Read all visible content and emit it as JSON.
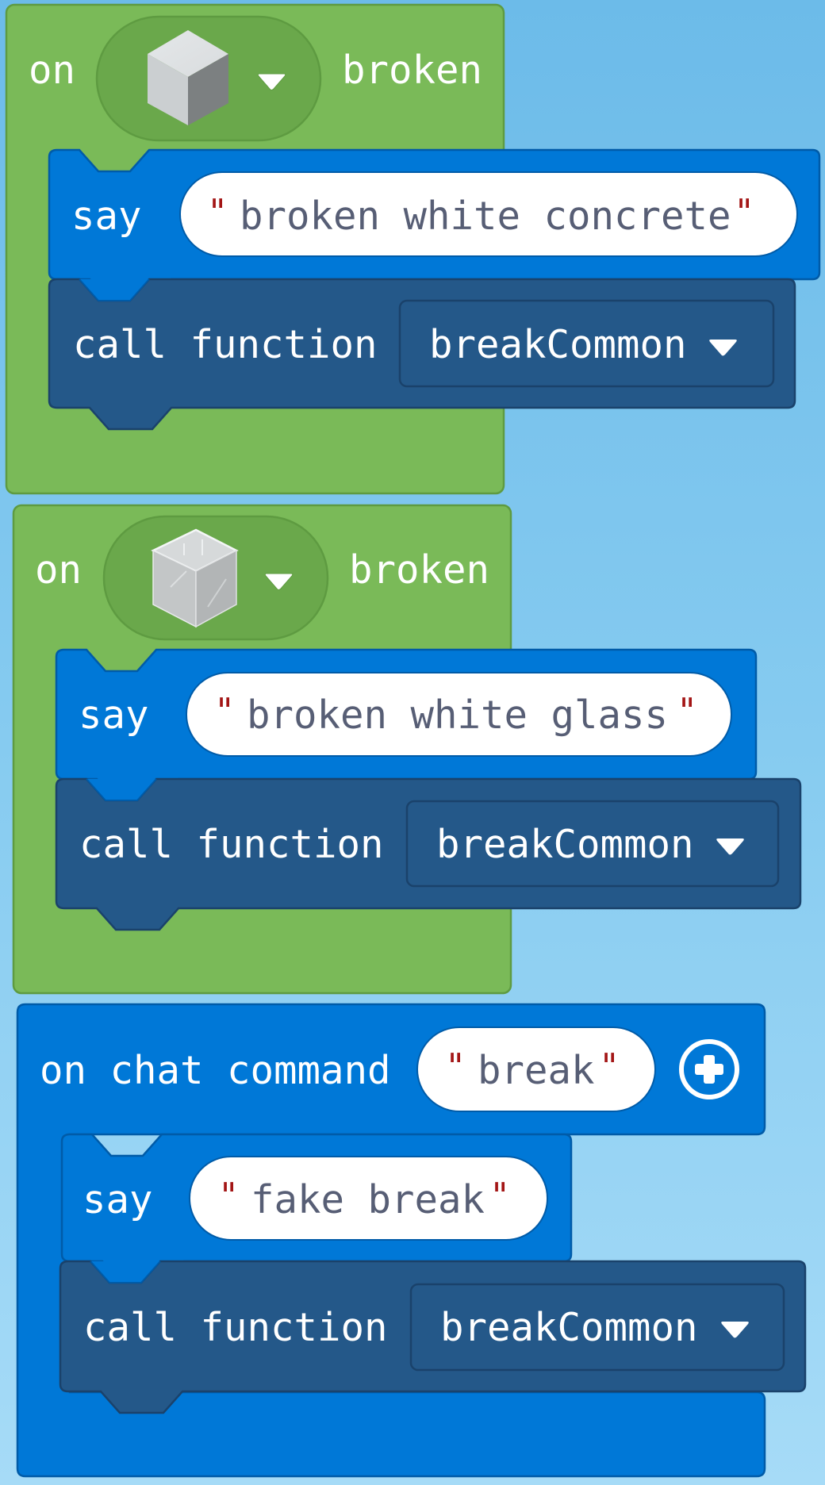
{
  "colors": {
    "background_top": "#6cbbe9",
    "background_bottom": "#a6dbf7",
    "event_green": "#7aba58",
    "event_green_border": "#5e9b41",
    "block_dropdown_oval": "#6aa84b",
    "say_blue": "#0078d7",
    "say_blue_border": "#005ba8",
    "function_navy": "#245889",
    "function_navy_border": "#1a426b",
    "string_text": "#575e75",
    "quote_red": "#a31515"
  },
  "blocks": [
    {
      "type": "on-block-broken",
      "label_prefix": "on",
      "block_icon": "white-concrete-block-icon",
      "label_suffix": "broken",
      "statements": [
        {
          "type": "say",
          "label": "say",
          "value": "broken white concrete"
        },
        {
          "type": "call-function",
          "label": "call function",
          "value": "breakCommon"
        }
      ]
    },
    {
      "type": "on-block-broken",
      "label_prefix": "on",
      "block_icon": "white-glass-block-icon",
      "label_suffix": "broken",
      "statements": [
        {
          "type": "say",
          "label": "say",
          "value": "broken white glass"
        },
        {
          "type": "call-function",
          "label": "call function",
          "value": "breakCommon"
        }
      ]
    },
    {
      "type": "on-chat-command",
      "label": "on chat command",
      "command": "break",
      "add_param_icon": "plus-circle-icon",
      "statements": [
        {
          "type": "say",
          "label": "say",
          "value": "fake break"
        },
        {
          "type": "call-function",
          "label": "call function",
          "value": "breakCommon"
        }
      ]
    }
  ],
  "quote_char": "\""
}
